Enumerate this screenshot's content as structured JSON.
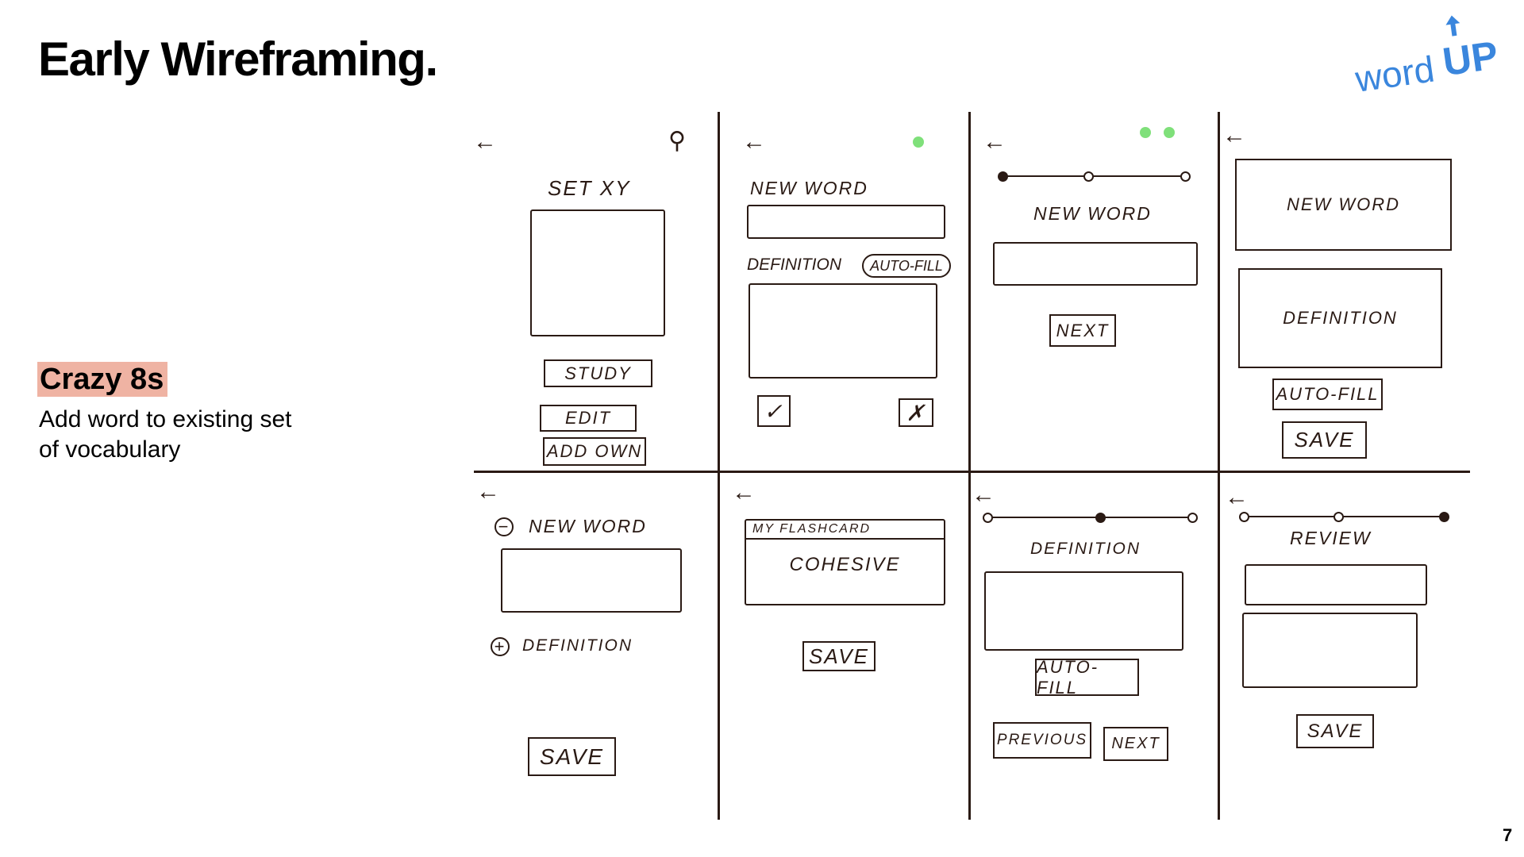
{
  "slide": {
    "title": "Early Wireframing.",
    "logo": {
      "text_word": "word",
      "text_up": "UP"
    },
    "section_heading": "Crazy 8s",
    "section_description": "Add word to existing set of vocabulary",
    "page_number": "7"
  },
  "colors": {
    "accent_blue": "#3a86dd",
    "highlight": "#efb3a3",
    "ink": "#2a1a14",
    "green_dot": "#7fe07a"
  },
  "sketches": {
    "p1": {
      "title": "SET XY",
      "study": "STUDY",
      "edit": "EDIT",
      "add_own": "ADD OWN"
    },
    "p2": {
      "new_word": "NEW WORD",
      "definition": "DEFINITION",
      "auto_fill": "AUTO-FILL",
      "check": "✓",
      "cross": "✗"
    },
    "p3": {
      "new_word": "NEW WORD",
      "next": "NEXT"
    },
    "p4": {
      "new_word": "NEW WORD",
      "definition": "DEFINITION",
      "auto_fill": "AUTO-FILL",
      "save": "SAVE"
    },
    "p5": {
      "new_word": "NEW WORD",
      "definition": "DEFINITION",
      "save": "SAVE",
      "minus": "−",
      "plus": "+"
    },
    "p6": {
      "header": "MY FLASHCARD",
      "word": "COHESIVE",
      "save": "SAVE"
    },
    "p7": {
      "definition": "DEFINITION",
      "auto_fill": "AUTO-FILL",
      "previous": "PREVIOUS",
      "next": "NEXT"
    },
    "p8": {
      "review": "REVIEW",
      "save": "SAVE"
    },
    "back_arrow": "←"
  }
}
